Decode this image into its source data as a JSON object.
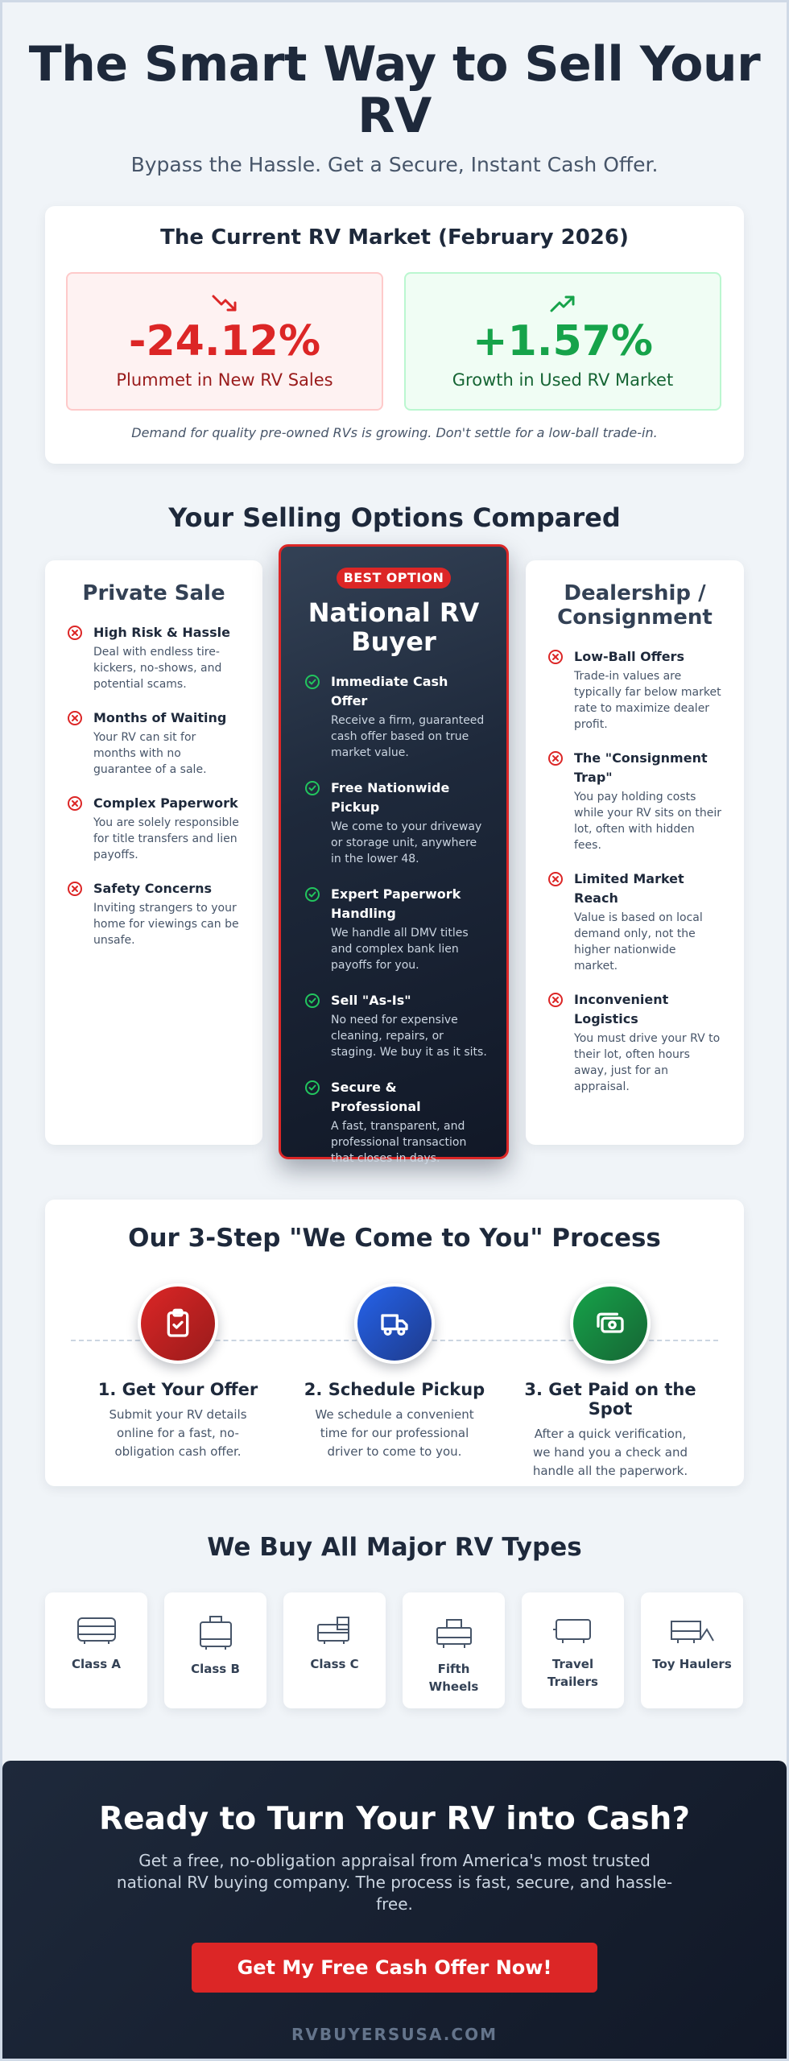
{
  "hero": {
    "title": "The Smart Way to Sell Your RV",
    "subtitle": "Bypass the Hassle. Get a Secure, Instant Cash Offer."
  },
  "market": {
    "title": "The Current RV Market (February 2026)",
    "new_sales": {
      "value": "-24.12%",
      "label": "Plummet in New RV Sales",
      "icon": "trending-down-icon",
      "color": "#dc2626"
    },
    "used_sales": {
      "value": "+1.57%",
      "label": "Growth in Used RV Market",
      "icon": "trending-up-icon",
      "color": "#16a34a"
    },
    "note": "Demand for quality pre-owned RVs is growing. Don't settle for a low-ball trade-in."
  },
  "options": {
    "title": "Your Selling Options Compared",
    "private": {
      "title": "Private Sale",
      "items": [
        {
          "title": "High Risk & Hassle",
          "desc": "Deal with endless tire-kickers, no-shows, and potential scams."
        },
        {
          "title": "Months of Waiting",
          "desc": "Your RV can sit for months with no guarantee of a sale."
        },
        {
          "title": "Complex Paperwork",
          "desc": "You are solely responsible for title transfers and lien payoffs."
        },
        {
          "title": "Safety Concerns",
          "desc": "Inviting strangers to your home for viewings can be unsafe."
        }
      ]
    },
    "national": {
      "badge": "BEST OPTION",
      "title": "National RV Buyer",
      "items": [
        {
          "title": "Immediate Cash Offer",
          "desc": "Receive a firm, guaranteed cash offer based on true market value."
        },
        {
          "title": "Free Nationwide Pickup",
          "desc": "We come to your driveway or storage unit, anywhere in the lower 48."
        },
        {
          "title": "Expert Paperwork Handling",
          "desc": "We handle all DMV titles and complex bank lien payoffs for you."
        },
        {
          "title": "Sell \"As-Is\"",
          "desc": "No need for expensive cleaning, repairs, or staging. We buy it as it sits."
        },
        {
          "title": "Secure & Professional",
          "desc": "A fast, transparent, and professional transaction that closes in days."
        }
      ]
    },
    "dealer": {
      "title": "Dealership / Consignment",
      "items": [
        {
          "title": "Low-Ball Offers",
          "desc": "Trade-in values are typically far below market rate to maximize dealer profit."
        },
        {
          "title": "The \"Consignment Trap\"",
          "desc": "You pay holding costs while your RV sits on their lot, often with hidden fees."
        },
        {
          "title": "Limited Market Reach",
          "desc": "Value is based on local demand only, not the higher nationwide market."
        },
        {
          "title": "Inconvenient Logistics",
          "desc": "You must drive your RV to their lot, often hours away, just for an appraisal."
        }
      ]
    }
  },
  "process": {
    "title": "Our 3-Step \"We Come to You\" Process",
    "steps": [
      {
        "title": "1. Get Your Offer",
        "desc": "Submit your RV details online for a fast, no-obligation cash offer.",
        "icon": "clipboard-check-icon"
      },
      {
        "title": "2. Schedule Pickup",
        "desc": "We schedule a convenient time for our professional driver to come to you.",
        "icon": "truck-icon"
      },
      {
        "title": "3. Get Paid on the Spot",
        "desc": "After a quick verification, we hand you a check and handle all the paperwork.",
        "icon": "cash-icon"
      }
    ]
  },
  "types": {
    "title": "We Buy All Major RV Types",
    "items": [
      {
        "label": "Class A",
        "icon": "class-a-icon"
      },
      {
        "label": "Class B",
        "icon": "class-b-icon"
      },
      {
        "label": "Class C",
        "icon": "class-c-icon"
      },
      {
        "label": "Fifth Wheels",
        "icon": "fifth-wheel-icon"
      },
      {
        "label": "Travel Trailers",
        "icon": "travel-trailer-icon"
      },
      {
        "label": "Toy Haulers",
        "icon": "toy-hauler-icon"
      }
    ]
  },
  "cta": {
    "title": "Ready to Turn Your RV into Cash?",
    "subtitle": "Get a free, no-obligation appraisal from America's most trusted national RV buying company. The process is fast, secure, and hassle-free.",
    "button": "Get My Free Cash Offer Now!",
    "brand": "RVBUYERSUSA.COM"
  }
}
